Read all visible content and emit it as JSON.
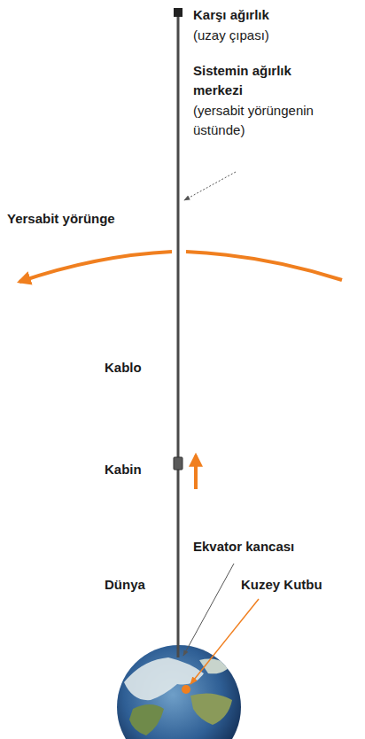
{
  "diagram": {
    "labels": [
      "Karşı ağırlık",
      "(uzay çıpası)",
      "Sistemin ağırlık merkezi",
      "(yersabit yörüngenin üstünde)",
      "Yersabit yörünge",
      "Kablo",
      "Kabin",
      "Ekvator kancası",
      "Dünya",
      "Kuzey Kutbu"
    ]
  }
}
